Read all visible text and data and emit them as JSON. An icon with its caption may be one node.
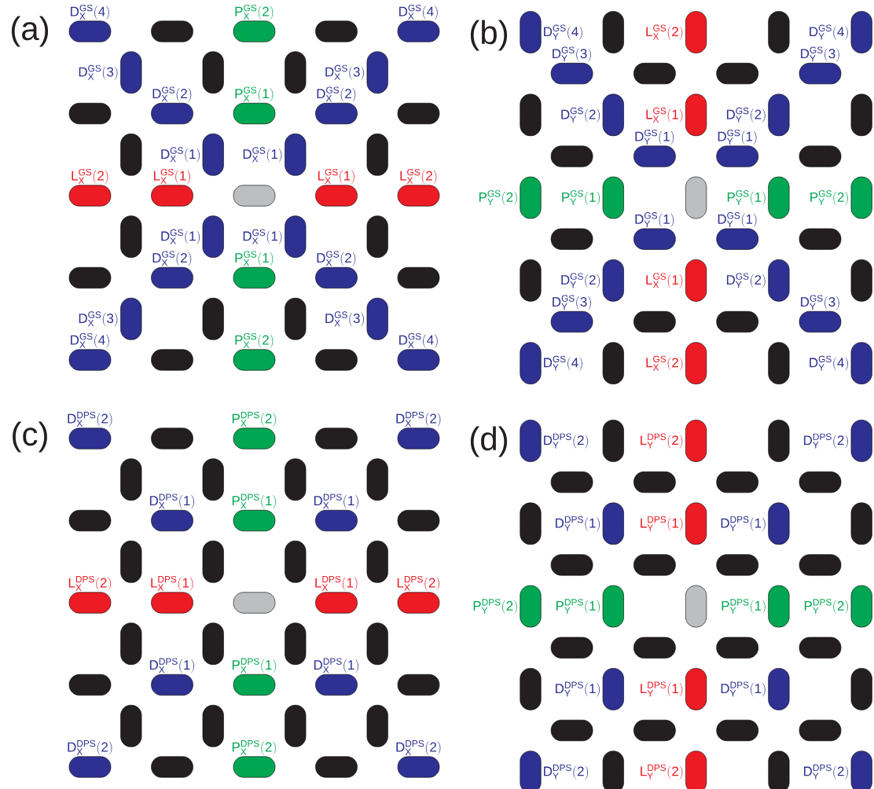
{
  "diagram": {
    "nodes": [
      {
        "text": [
          "\\mathrm{D^{GS}_{X}(4)}"
        ]
      },
      {
        "text": [],
        "shape": "bar"
      },
      {
        "text": [
          "\\mathrm{P^{GS}_{X}(2)}"
        ]
      },
      {
        "text": [],
        "shape": "bar"
      },
      {
        "text": [
          "\\mathrm{D^{GS}_{X}(4)}"
        ]
      },
      {
        "text": [
          "\\mathrm{D^{GS}_{X}(3)}"
        ]
      },
      {
        "text": [],
        "shape": "bar"
      },
      {
        "text": [],
        "shape": "bar"
      },
      {
        "text": [
          "\\mathrm{D^{GS}_{X}(3)}"
        ]
      },
      {
        "text": [],
        "shape": "bar"
      },
      {
        "text": [
          "\\mathrm{D^{GS}_{X}(2)}"
        ]
      },
      {
        "text": [
          "\\mathrm{P^{GS}_{X}(1)}"
        ]
      },
      {
        "text": [
          "\\mathrm{D^{GS}_{X}(2)}"
        ]
      },
      {
        "text": [],
        "shape": "bar"
      },
      {
        "text": [],
        "shape": "bar"
      },
      {
        "text": [
          "\\mathrm{D^{GS}_{X}(1)}"
        ]
      },
      {
        "text": [
          "\\mathrm{D^{GS}_{X}(1)}"
        ]
      },
      {
        "text": [],
        "shape": "bar"
      },
      {
        "text": [
          "\\mathrm{L^{GS}_{X}(2)}"
        ]
      },
      {
        "text": [
          "\\mathrm{L^{GS}_{X}(1)}"
        ]
      },
      {
        "text": [],
        "shape": "bar"
      },
      {
        "text": [
          "\\mathrm{L^{GS}_{X}(1)}"
        ]
      },
      {
        "text": [
          "\\mathrm{L^{GS}_{X}(2)}"
        ]
      },
      {
        "text": [],
        "shape": "bar"
      },
      {
        "text": [
          "\\mathrm{D^{GS}_{X}(1)}"
        ]
      },
      {
        "text": [
          "\\mathrm{D^{GS}_{X}(1)}"
        ]
      },
      {
        "text": [],
        "shape": "bar"
      },
      {
        "text": [],
        "shape": "bar"
      },
      {
        "text": [
          "\\mathrm{D^{GS}_{X}(2)}"
        ]
      },
      {
        "text": [
          "\\mathrm{P^{GS}_{X}(1)}"
        ]
      },
      {
        "text": [
          "\\mathrm{D^{GS}_{X}(2)}"
        ]
      },
      {
        "text": [],
        "shape": "bar"
      },
      {
        "text": [
          "\\mathrm{D^{GS}_{X}(3)}"
        ]
      },
      {
        "text": [],
        "shape": "bar"
      },
      {
        "text": [],
        "shape": "bar"
      },
      {
        "text": [
          "\\mathrm{D^{GS}_{X}(3)}"
        ]
      },
      {
        "text": [
          "\\mathrm{D^{GS}_{X}(4)}"
        ]
      },
      {
        "text": [],
        "shape": "bar"
      },
      {
        "text": [
          "\\mathrm{P^{GS}_{X}(2)}"
        ]
      },
      {
        "text": [],
        "shape": "bar"
      },
      {
        "text": [
          "\\mathrm{D^{GS}_{X}(4)}"
        ]
      },
      {
        "text": [
          "\\mathrm{D^{GS}_{Y}(4)}"
        ]
      },
      {
        "text": [],
        "shape": "bar"
      },
      {
        "text": [
          "\\mathrm{L^{GS}_{X}(2)}"
        ]
      },
      {
        "text": [],
        "shape": "bar"
      },
      {
        "text": [
          "\\mathrm{D^{GS}_{Y}(4)}"
        ]
      },
      {
        "text": [
          "\\mathrm{D^{GS}_{Y}(3)}"
        ]
      },
      {
        "text": [],
        "shape": "bar"
      },
      {
        "text": [],
        "shape": "bar"
      },
      {
        "text": [
          "\\mathrm{D^{GS}_{Y}(3)}"
        ]
      },
      {
        "text": [],
        "shape": "bar"
      },
      {
        "text": [
          "\\mathrm{D^{GS}_{Y}(2)}"
        ]
      },
      {
        "text": [
          "\\mathrm{L^{GS}_{X}(1)}"
        ]
      },
      {
        "text": [
          "\\mathrm{D^{GS}_{Y}(2)}"
        ]
      },
      {
        "text": [],
        "shape": "bar"
      },
      {
        "text": [],
        "shape": "bar"
      },
      {
        "text": [
          "\\mathrm{D^{GS}_{Y}(1)}"
        ]
      },
      {
        "text": [
          "\\mathrm{D^{GS}_{Y}(1)}"
        ]
      },
      {
        "text": [],
        "shape": "bar"
      },
      {
        "text": [
          "\\mathrm{P^{GS}_{Y}(2)}"
        ]
      },
      {
        "text": [
          "\\mathrm{P^{GS}_{Y}(1)}"
        ]
      },
      {
        "text": [],
        "shape": "bar"
      },
      {
        "text": [
          "\\mathrm{P^{GS}_{Y}(1)}"
        ]
      },
      {
        "text": [
          "\\mathrm{P^{GS}_{Y}(2)}"
        ]
      },
      {
        "text": [],
        "shape": "bar"
      },
      {
        "text": [
          "\\mathrm{D^{GS}_{Y}(1)}"
        ]
      },
      {
        "text": [
          "\\mathrm{D^{GS}_{Y}(1)}"
        ]
      },
      {
        "text": [],
        "shape": "bar"
      },
      {
        "text": [],
        "shape": "bar"
      },
      {
        "text": [
          "\\mathrm{D^{GS}_{Y}(2)}"
        ]
      },
      {
        "text": [
          "\\mathrm{L^{GS}_{X}(1)}"
        ]
      },
      {
        "text": [
          "\\mathrm{D^{GS}_{Y}(2)}"
        ]
      },
      {
        "text": [],
        "shape": "bar"
      },
      {
        "text": [
          "\\mathrm{D^{GS}_{Y}(3)}"
        ]
      },
      {
        "text": [],
        "shape": "bar"
      },
      {
        "text": [],
        "shape": "bar"
      },
      {
        "text": [
          "\\mathrm{D^{GS}_{Y}(3)}"
        ]
      },
      {
        "text": [
          "\\mathrm{D^{GS}_{Y}(4)}"
        ]
      },
      {
        "text": [],
        "shape": "bar"
      },
      {
        "text": [
          "\\mathrm{L^{GS}_{X}(2)}"
        ]
      },
      {
        "text": [],
        "shape": "bar"
      },
      {
        "text": [
          "\\mathrm{D^{GS}_{Y}(4)}"
        ]
      },
      {
        "text": [
          "\\mathrm{D^{DPS}_{X}(2)}"
        ]
      },
      {
        "text": [],
        "shape": "bar"
      },
      {
        "text": [
          "\\mathrm{P^{DPS}_{X}(2)}"
        ]
      },
      {
        "text": [],
        "shape": "bar"
      },
      {
        "text": [
          "\\mathrm{D^{DPS}_{X}(2)}"
        ]
      },
      {
        "text": [],
        "shape": "bar"
      },
      {
        "text": [],
        "shape": "bar"
      },
      {
        "text": [],
        "shape": "bar"
      },
      {
        "text": [],
        "shape": "bar"
      },
      {
        "text": [],
        "shape": "bar"
      },
      {
        "text": [
          "\\mathrm{D^{DPS}_{X}(1)}"
        ]
      },
      {
        "text": [
          "\\mathrm{P^{DPS}_{X}(1)}"
        ]
      },
      {
        "text": [
          "\\mathrm{D^{DPS}_{X}(1)}"
        ]
      },
      {
        "text": [],
        "shape": "bar"
      },
      {
        "text": [],
        "shape": "bar"
      },
      {
        "text": [],
        "shape": "bar"
      },
      {
        "text": [],
        "shape": "bar"
      },
      {
        "text": [],
        "shape": "bar"
      },
      {
        "text": [
          "\\mathrm{L^{DPS}_{X}(2)}"
        ]
      },
      {
        "text": [
          "\\mathrm{L^{DPS}_{X}(1)}"
        ]
      },
      {
        "text": [],
        "shape": "bar"
      },
      {
        "text": [
          "\\mathrm{L^{DPS}_{X}(1)}"
        ]
      },
      {
        "text": [
          "\\mathrm{L^{DPS}_{X}(2)}"
        ]
      },
      {
        "text": [],
        "shape": "bar"
      },
      {
        "text": [],
        "shape": "bar"
      },
      {
        "text": [],
        "shape": "bar"
      },
      {
        "text": [],
        "shape": "bar"
      },
      {
        "text": [],
        "shape": "bar"
      },
      {
        "text": [
          "\\mathrm{D^{DPS}_{X}(1)}"
        ]
      },
      {
        "text": [
          "\\mathrm{P^{DPS}_{X}(1)}"
        ]
      },
      {
        "text": [
          "\\mathrm{D^{DPS}_{X}(1)}"
        ]
      },
      {
        "text": [],
        "shape": "bar"
      },
      {
        "text": [],
        "shape": "bar"
      },
      {
        "text": [],
        "shape": "bar"
      },
      {
        "text": [],
        "shape": "bar"
      },
      {
        "text": [],
        "shape": "bar"
      },
      {
        "text": [
          "\\mathrm{D^{DPS}_{X}(2)}"
        ]
      },
      {
        "text": [],
        "shape": "bar"
      },
      {
        "text": [
          "\\mathrm{P^{DPS}_{X}(2)}"
        ]
      },
      {
        "text": [],
        "shape": "bar"
      },
      {
        "text": [
          "\\mathrm{D^{DPS}_{X}(2)}"
        ]
      },
      {
        "text": [
          "\\mathrm{D^{DPS}_{Y}(2)}"
        ]
      },
      {
        "text": [],
        "shape": "bar"
      },
      {
        "text": [
          "\\mathrm{L^{DPS}_{Y}(2)}"
        ]
      },
      {
        "text": [],
        "shape": "bar"
      },
      {
        "text": [
          "\\mathrm{D^{DPS}_{Y}(2)}"
        ]
      },
      {
        "text": [],
        "shape": "bar"
      },
      {
        "text": [],
        "shape": "bar"
      },
      {
        "text": [],
        "shape": "bar"
      },
      {
        "text": [],
        "shape": "bar"
      },
      {
        "text": [],
        "shape": "bar"
      },
      {
        "text": [
          "\\mathrm{D^{DPS}_{Y}(1)}"
        ]
      },
      {
        "text": [
          "\\mathrm{L^{DPS}_{Y}(1)}"
        ]
      },
      {
        "text": [
          "\\mathrm{D^{DPS}_{Y}(1)}"
        ]
      },
      {
        "text": [],
        "shape": "bar"
      },
      {
        "text": [],
        "shape": "bar"
      },
      {
        "text": [],
        "shape": "bar"
      },
      {
        "text": [],
        "shape": "bar"
      },
      {
        "text": [],
        "shape": "bar"
      },
      {
        "text": [
          "\\mathrm{P^{DPS}_{Y}(2)}"
        ]
      },
      {
        "text": [
          "\\mathrm{P^{DPS}_{Y}(1)}"
        ]
      },
      {
        "text": [],
        "shape": "bar"
      },
      {
        "text": [
          "\\mathrm{P^{DPS}_{Y}(1)}"
        ]
      },
      {
        "text": [
          "\\mathrm{P^{DPS}_{Y}(2)}"
        ]
      },
      {
        "text": [],
        "shape": "bar"
      },
      {
        "text": [],
        "shape": "bar"
      },
      {
        "text": [],
        "shape": "bar"
      },
      {
        "text": [],
        "shape": "bar"
      },
      {
        "text": [],
        "shape": "bar"
      },
      {
        "text": [
          "\\mathrm{D^{DPS}_{Y}(1)}"
        ]
      },
      {
        "text": [
          "\\mathrm{L^{DPS}_{Y}(1)}"
        ]
      },
      {
        "text": [
          "\\mathrm{D^{DPS}_{Y}(1)}"
        ]
      },
      {
        "text": [],
        "shape": "bar"
      },
      {
        "text": [],
        "shape": "bar"
      },
      {
        "text": [],
        "shape": "bar"
      },
      {
        "text": [],
        "shape": "bar"
      },
      {
        "text": [],
        "shape": "bar"
      },
      {
        "text": [
          "\\mathrm{D^{DPS}_{Y}(2)}"
        ]
      },
      {
        "text": [],
        "shape": "bar"
      },
      {
        "text": [
          "\\mathrm{L^{DPS}_{Y}(2)}"
        ]
      },
      {
        "text": [],
        "shape": "bar"
      },
      {
        "text": [
          "\\mathrm{D^{DPS}_{Y}(2)}"
        ]
      }
    ],
    "labels": [
      "(a)",
      "(b)",
      "(c)",
      "(d)"
    ]
  }
}
